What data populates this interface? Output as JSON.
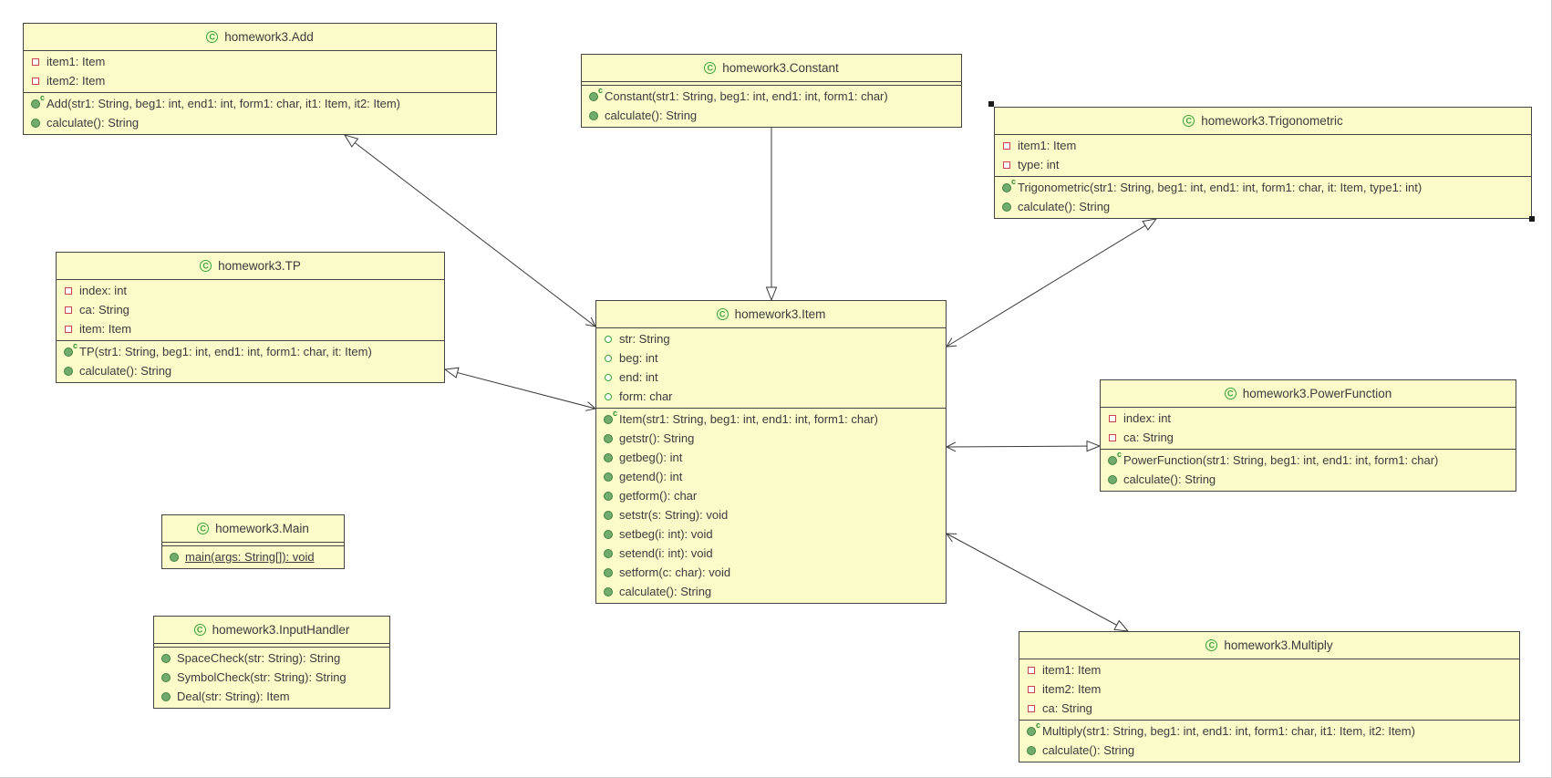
{
  "diagram_type": "uml-class-diagram",
  "colors": {
    "box_fill": "#FBFBC9",
    "box_border": "#454545",
    "green_icon": "#3AA23A",
    "red_field_icon": "#C9444D",
    "text": "#3C3C3C",
    "relation_line": "#3A3A3A"
  },
  "icons": {
    "class-icon": "green ring circle with letter C",
    "private-field-icon": "small red outlined square",
    "public-field-icon": "small green outlined circle",
    "public-method-icon": "small green filled circle",
    "constructor-icon": "small green filled circle with superscript c",
    "generalization-arrow": "hollow triangle arrowhead",
    "association-arrow": "open V arrowhead"
  },
  "classes": {
    "add": {
      "title": "homework3.Add",
      "fields": [
        "item1: Item",
        "item2: Item"
      ],
      "methods": [
        "Add(str1: String, beg1: int, end1: int, form1: char, it1: Item, it2: Item)",
        "calculate(): String"
      ]
    },
    "constant": {
      "title": "homework3.Constant",
      "fields": [],
      "methods": [
        "Constant(str1: String, beg1: int, end1: int, form1: char)",
        "calculate(): String"
      ]
    },
    "trigonometric": {
      "title": "homework3.Trigonometric",
      "fields": [
        "item1: Item",
        "type: int"
      ],
      "methods": [
        "Trigonometric(str1: String, beg1: int, end1: int, form1: char, it: Item, type1: int)",
        "calculate(): String"
      ]
    },
    "tp": {
      "title": "homework3.TP",
      "fields": [
        "index: int",
        "ca: String",
        "item: Item"
      ],
      "methods": [
        "TP(str1: String, beg1: int, end1: int, form1: char, it: Item)",
        "calculate(): String"
      ]
    },
    "item": {
      "title": "homework3.Item",
      "fields": [
        "str: String",
        "beg: int",
        "end: int",
        "form: char"
      ],
      "methods": [
        "Item(str1: String, beg1: int, end1: int, form1: char)",
        "getstr(): String",
        "getbeg(): int",
        "getend(): int",
        "getform(): char",
        "setstr(s: String): void",
        "setbeg(i: int): void",
        "setend(i: int): void",
        "setform(c: char): void",
        "calculate(): String"
      ]
    },
    "powerfunction": {
      "title": "homework3.PowerFunction",
      "fields": [
        "index: int",
        "ca: String"
      ],
      "methods": [
        "PowerFunction(str1: String, beg1: int, end1: int, form1: char)",
        "calculate(): String"
      ]
    },
    "main": {
      "title": "homework3.Main",
      "fields": [],
      "methods": [
        "main(args: String[]): void"
      ]
    },
    "inputhandler": {
      "title": "homework3.InputHandler",
      "fields": [],
      "methods": [
        "SpaceCheck(str: String): String",
        "SymbolCheck(str: String): String",
        "Deal(str: String): Item"
      ]
    },
    "multiply": {
      "title": "homework3.Multiply",
      "fields": [
        "item1: Item",
        "item2: Item",
        "ca: String"
      ],
      "methods": [
        "Multiply(str1: String, beg1: int, end1: int, form1: char, it1: Item, it2: Item)",
        "calculate(): String"
      ]
    }
  },
  "relations": [
    {
      "from": "homework3.Constant",
      "to": "homework3.Item",
      "type": "generalization"
    },
    {
      "from": "homework3.Add",
      "to": "homework3.Item",
      "type": "association"
    },
    {
      "from": "homework3.TP",
      "to": "homework3.Item",
      "type": "association"
    },
    {
      "from": "homework3.Trigonometric",
      "to": "homework3.Item",
      "type": "association"
    },
    {
      "from": "homework3.PowerFunction",
      "to": "homework3.Item",
      "type": "association"
    },
    {
      "from": "homework3.Multiply",
      "to": "homework3.Item",
      "type": "association"
    }
  ]
}
